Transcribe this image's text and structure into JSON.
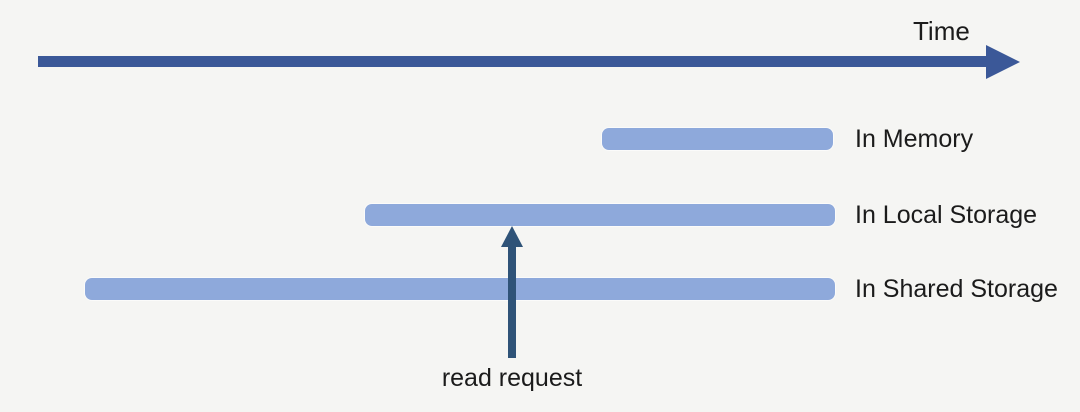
{
  "diagram": {
    "time_axis": {
      "label": "Time"
    },
    "rows": [
      {
        "id": "in-memory",
        "label": "In Memory"
      },
      {
        "id": "in-local-storage",
        "label": "In Local Storage"
      },
      {
        "id": "in-shared-storage",
        "label": "In Shared Storage"
      }
    ],
    "annotation": {
      "label": "read request"
    }
  },
  "colors": {
    "background": "#F5F5F3",
    "bar_fill": "#8EA9DB",
    "time_arrow": "#3B5898",
    "request_arrow": "#2F5378",
    "text": "#1B1B1B"
  }
}
